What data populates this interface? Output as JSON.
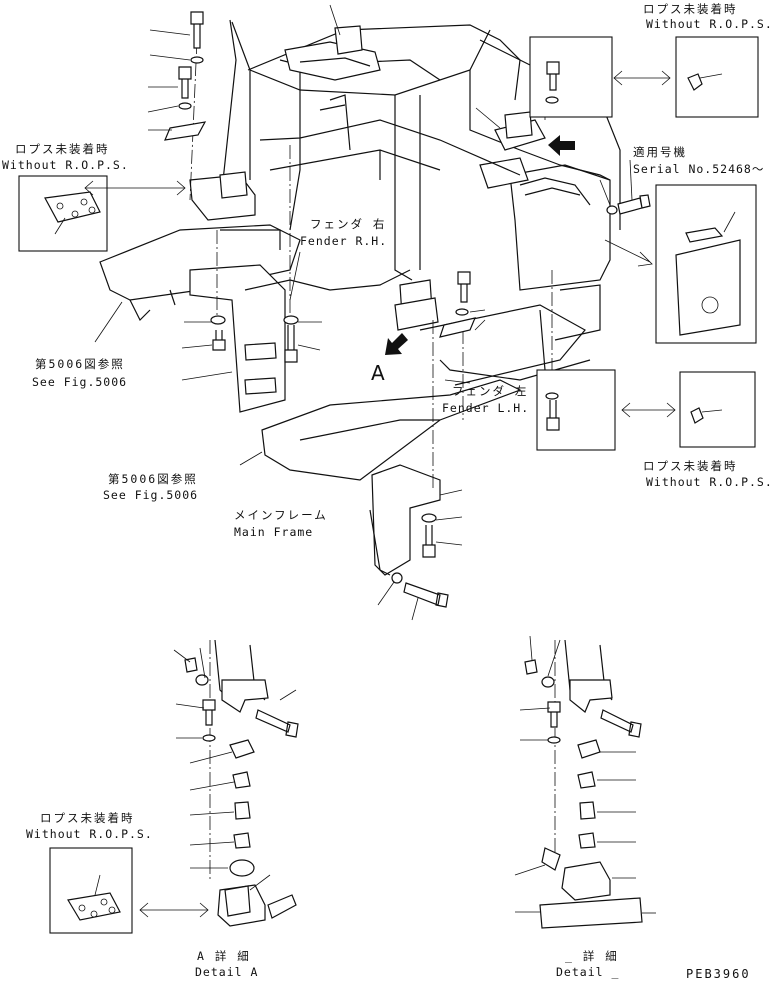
{
  "labels": {
    "without_rops_jp": "ロプス未装着時",
    "without_rops_en": "Without R.O.P.S.",
    "serial_jp": "適用号機",
    "serial_en": "Serial No.52468～",
    "fender_rh_jp": "フェンダ 右",
    "fender_rh_en": "Fender R.H.",
    "fender_lh_jp": "フェンダ 左",
    "fender_lh_en": "Fender L.H.",
    "see_fig_jp": "第5006図参照",
    "see_fig_en": "See Fig.5006",
    "main_frame_jp": "メインフレーム",
    "main_frame_en": "Main Frame",
    "arrow_mark": "A",
    "detail_a_jp": "A 詳 細",
    "detail_a_en": "Detail A",
    "detail_b_jp": "_ 詳 細",
    "detail_b_en": "Detail _",
    "drawing_code": "PEB3960"
  },
  "icons": [
    "arrow-icon",
    "double-arrow-icon",
    "bolt-icon",
    "washer-icon",
    "nut-icon",
    "bracket-icon"
  ],
  "colors": {
    "ink": "#111111",
    "paper": "#ffffff"
  }
}
